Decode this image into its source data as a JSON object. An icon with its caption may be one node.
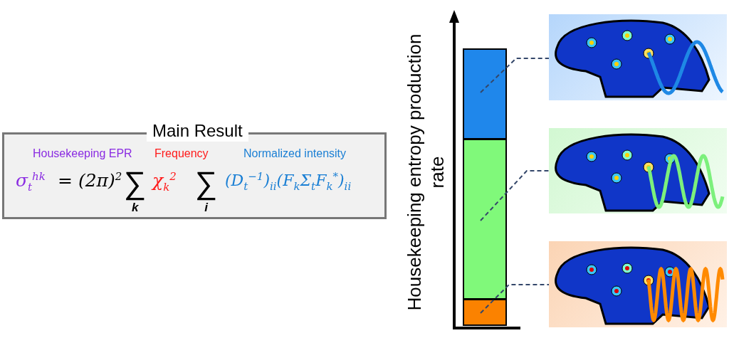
{
  "diagram": {
    "nodes": [
      {
        "text": [
          "Main Result",
          "Housekeeping EPR",
          "Frequency",
          "Normalized intensity",
          "σ$_{t}$$^{hk}$",
          "= (2π)$^{2}$",
          "∑$_{k}$",
          "χ$_{k}$$^{2}$",
          "∑$_{i}$",
          "(D$_{t}$$^{−1}$)$_{ii}$(F$_{k}$Σ$_{t}$F$_{k}$$^{*}$)$_{ii}$"
        ]
      },
      {
        "text": [],
        "shape": "bar"
      },
      {
        "text": [],
        "shape": "bar"
      },
      {
        "text": [],
        "shape": "bar"
      },
      {
        "text": [],
        "shape": "picture"
      },
      {
        "text": [],
        "shape": "picture"
      },
      {
        "text": [],
        "shape": "picture"
      }
    ],
    "edges": [
      {
        "from": 1,
        "to": 4,
        "arrow": "none",
        "style": "dashed"
      },
      {
        "from": 2,
        "to": 5,
        "arrow": "none",
        "style": "dashed"
      },
      {
        "from": 3,
        "to": 6,
        "arrow": "none",
        "style": "dashed"
      }
    ],
    "labels": [
      "Housekeeping entropy production rate"
    ]
  }
}
